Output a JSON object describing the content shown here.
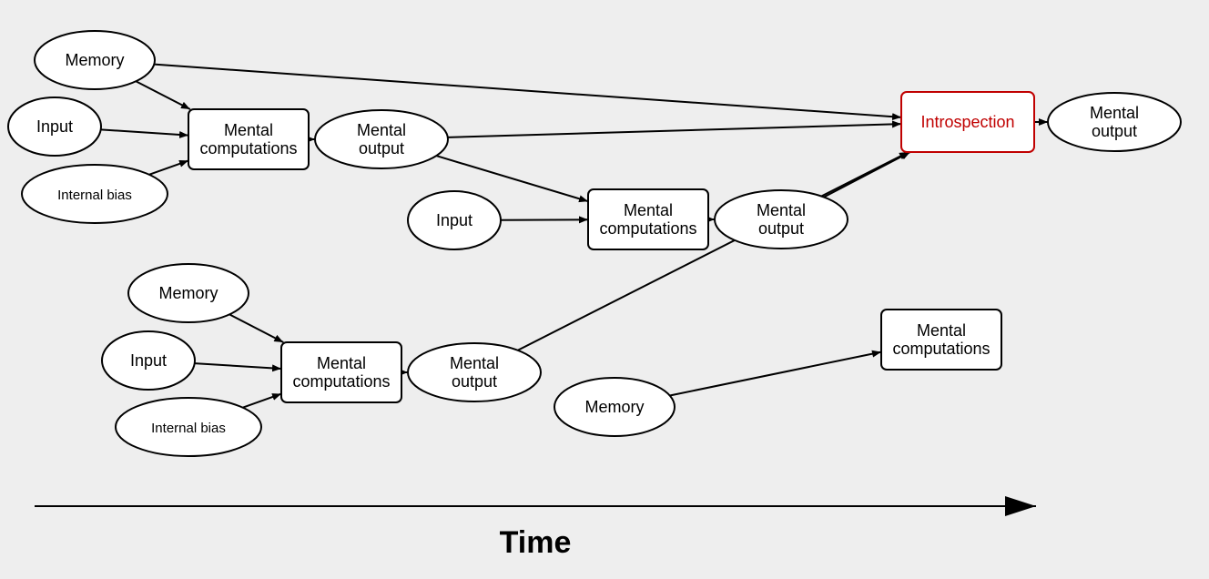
{
  "colors": {
    "background": "#eeeeee",
    "stroke": "#000000",
    "highlight": "#c00000",
    "fill": "#ffffff"
  },
  "nodes": [
    {
      "id": "mem1",
      "shape": "ellipse",
      "label": [
        "Memory"
      ]
    },
    {
      "id": "in1",
      "shape": "ellipse",
      "label": [
        "Input"
      ]
    },
    {
      "id": "bias1",
      "shape": "ellipse",
      "label": [
        "Internal bias"
      ]
    },
    {
      "id": "mc1",
      "shape": "box",
      "label": [
        "Mental",
        "computations"
      ]
    },
    {
      "id": "mo1",
      "shape": "ellipse",
      "label": [
        "Mental",
        "output"
      ]
    },
    {
      "id": "in2",
      "shape": "ellipse",
      "label": [
        "Input"
      ]
    },
    {
      "id": "mc2",
      "shape": "box",
      "label": [
        "Mental",
        "computations"
      ]
    },
    {
      "id": "mo2",
      "shape": "ellipse",
      "label": [
        "Mental",
        "output"
      ]
    },
    {
      "id": "intro",
      "shape": "box",
      "label": [
        "Introspection"
      ],
      "highlight": true
    },
    {
      "id": "mo4",
      "shape": "ellipse",
      "label": [
        "Mental",
        "output"
      ]
    },
    {
      "id": "mem2",
      "shape": "ellipse",
      "label": [
        "Memory"
      ]
    },
    {
      "id": "in3",
      "shape": "ellipse",
      "label": [
        "Input"
      ]
    },
    {
      "id": "bias2",
      "shape": "ellipse",
      "label": [
        "Internal bias"
      ]
    },
    {
      "id": "mc3",
      "shape": "box",
      "label": [
        "Mental",
        "computations"
      ]
    },
    {
      "id": "mo3",
      "shape": "ellipse",
      "label": [
        "Mental",
        "output"
      ]
    },
    {
      "id": "mem3",
      "shape": "ellipse",
      "label": [
        "Memory"
      ]
    },
    {
      "id": "mc4",
      "shape": "box",
      "label": [
        "Mental",
        "computations"
      ]
    }
  ],
  "edges": [
    {
      "from": "mem1",
      "to": "mc1"
    },
    {
      "from": "in1",
      "to": "mc1"
    },
    {
      "from": "bias1",
      "to": "mc1"
    },
    {
      "from": "mc1",
      "to": "mo1"
    },
    {
      "from": "mem1",
      "to": "intro"
    },
    {
      "from": "mo1",
      "to": "intro"
    },
    {
      "from": "mo1",
      "to": "mc2"
    },
    {
      "from": "in2",
      "to": "mc2"
    },
    {
      "from": "mc2",
      "to": "mo2"
    },
    {
      "from": "mo2",
      "to": "intro"
    },
    {
      "from": "intro",
      "to": "mo4"
    },
    {
      "from": "mem2",
      "to": "mc3"
    },
    {
      "from": "in3",
      "to": "mc3"
    },
    {
      "from": "bias2",
      "to": "mc3"
    },
    {
      "from": "mc3",
      "to": "mo3"
    },
    {
      "from": "mo3",
      "to": "intro"
    },
    {
      "from": "mem3",
      "to": "mc4"
    }
  ],
  "time_axis": {
    "label": "Time"
  }
}
